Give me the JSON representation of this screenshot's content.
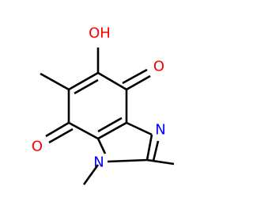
{
  "molecule": {
    "atoms": {
      "hydroxyl": {
        "label": "OH",
        "color": "#ff0000"
      },
      "carbonyl_oxygen_right": {
        "label": "O",
        "color": "#ff0000"
      },
      "carbonyl_oxygen_left": {
        "label": "O",
        "color": "#ff0000"
      },
      "imine_nitrogen": {
        "label": "N",
        "color": "#0000ff"
      },
      "methyl_nitrogen": {
        "label": "N",
        "color": "#0000ff"
      }
    },
    "bond_color": "#000000"
  }
}
